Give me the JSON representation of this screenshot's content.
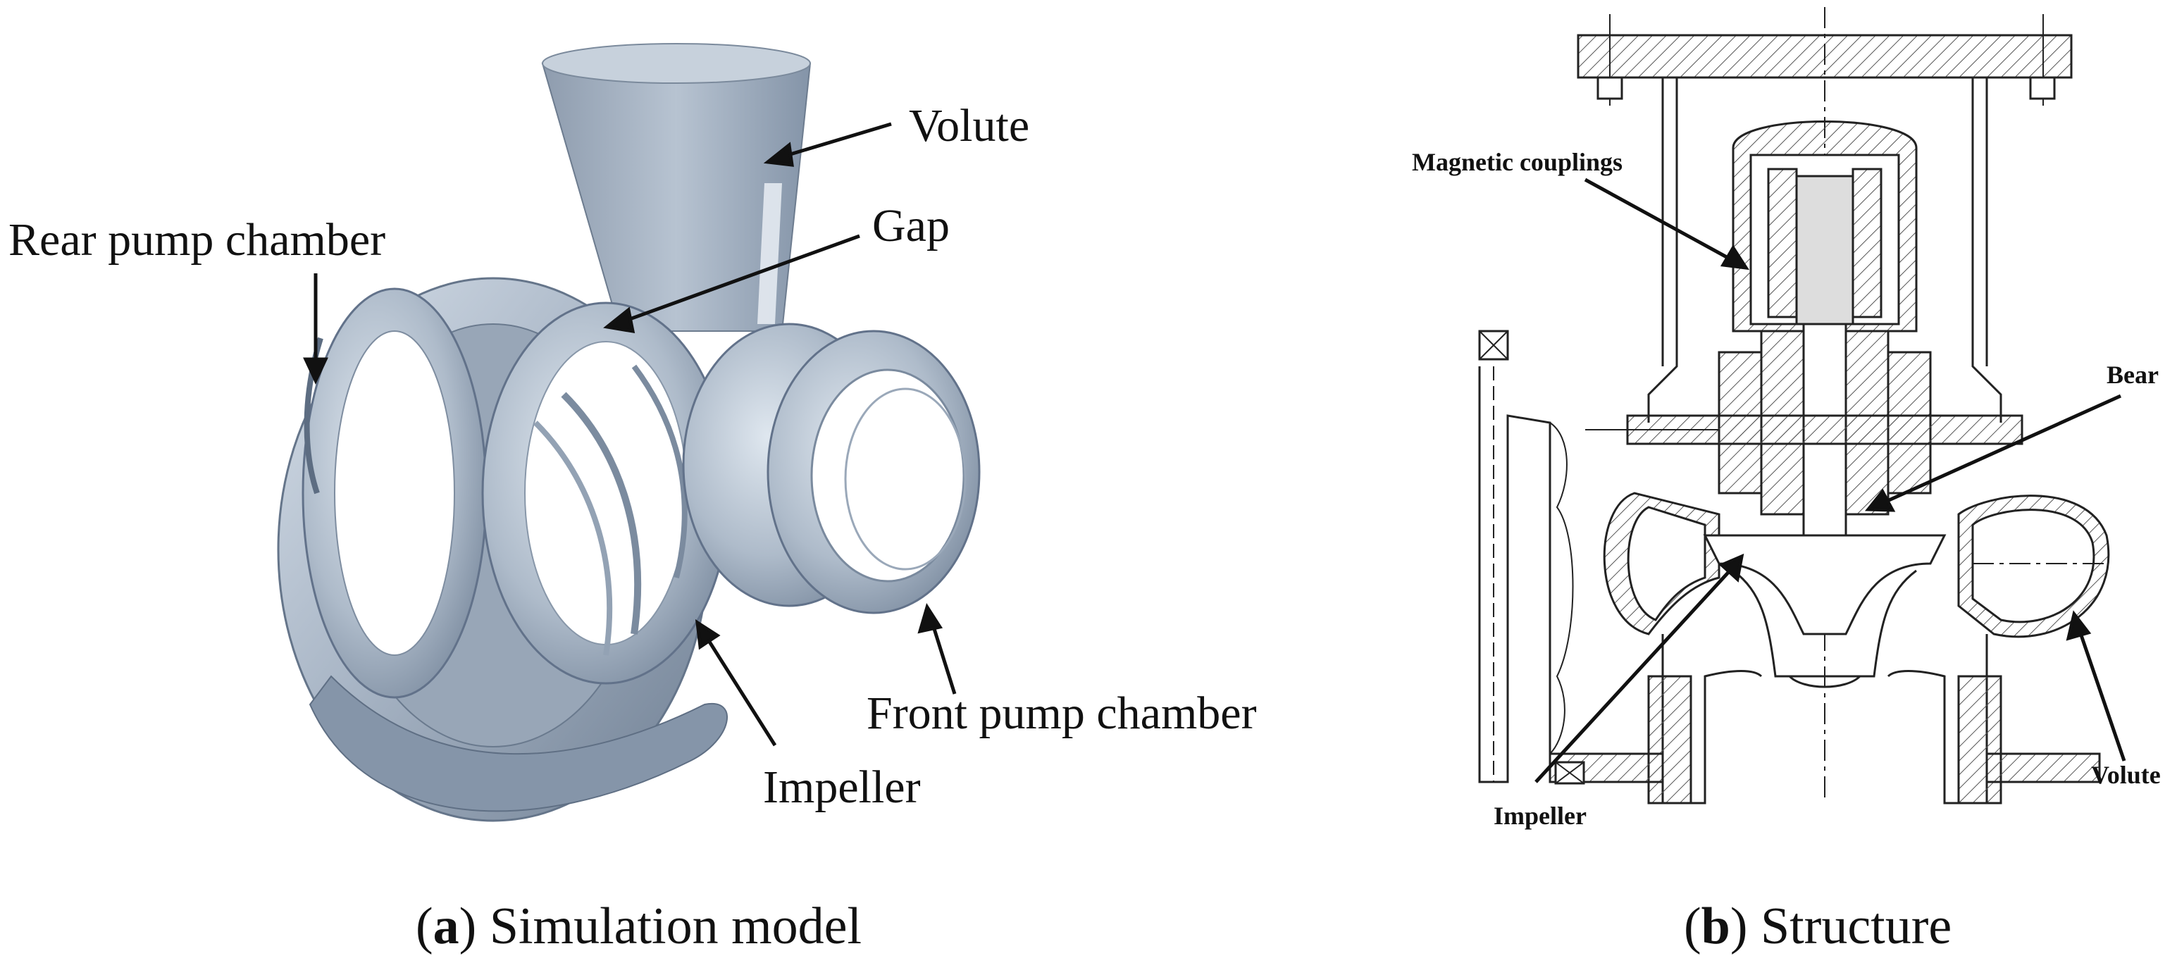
{
  "panel_a": {
    "labels": {
      "volute": "Volute",
      "gap": "Gap",
      "rear_pump_chamber": "Rear pump chamber",
      "front_pump_chamber": "Front pump chamber",
      "impeller": "Impeller"
    },
    "caption": {
      "letter": "a",
      "text": "Simulation model"
    },
    "colors": {
      "model_fill": "#a9b6c6",
      "model_light": "#d4dde8",
      "model_dark": "#6f7f93"
    }
  },
  "panel_b": {
    "labels": {
      "magnetic_couplings": "Magnetic couplings",
      "bear": "Bear",
      "impeller": "Impeller",
      "volute": "Volute"
    },
    "caption": {
      "letter": "b",
      "text": "Structure"
    },
    "colors": {
      "line": "#222222",
      "hatch": "#555555"
    }
  }
}
